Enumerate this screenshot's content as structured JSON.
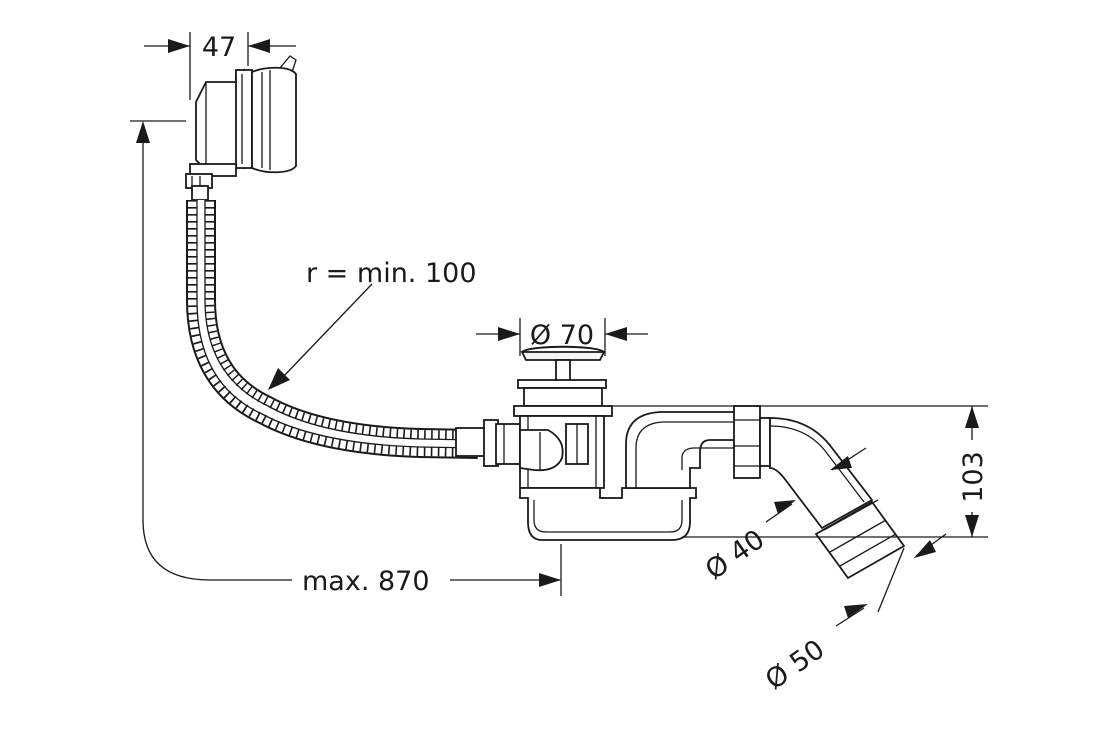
{
  "dimensions": {
    "overflow_width": "47",
    "bend_radius": "r = min. 100",
    "plug_diameter": "Ø 70",
    "height": "103",
    "hose_length": "max. 870",
    "outlet_diameter_small": "Ø 40",
    "outlet_diameter_large": "Ø 50"
  }
}
